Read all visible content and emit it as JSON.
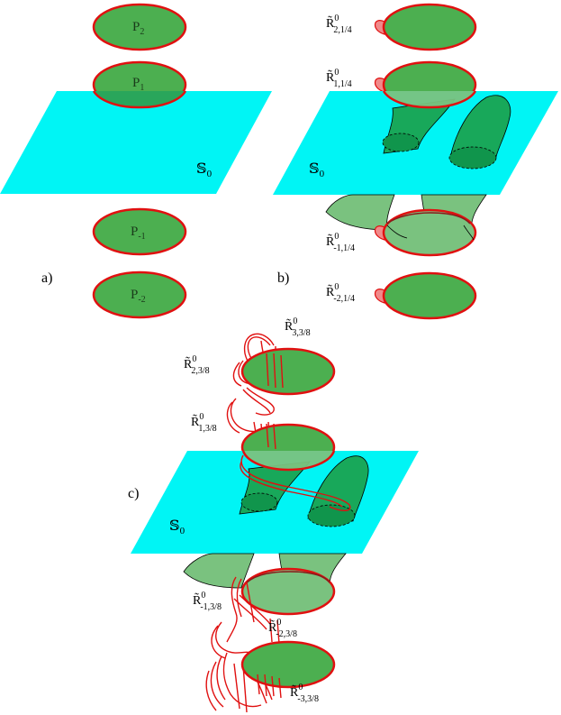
{
  "panels": {
    "a": {
      "tag": "a)",
      "plane_label": "𝕊",
      "plane_sub": "0",
      "discs": [
        {
          "base": "P",
          "sub": "2"
        },
        {
          "base": "P",
          "sub": "1"
        },
        {
          "base": "P",
          "sub": "-1"
        },
        {
          "base": "P",
          "sub": "-2"
        }
      ]
    },
    "b": {
      "tag": "b)",
      "plane_label": "𝕊",
      "plane_sub": "0",
      "labels": [
        {
          "base": "R̃",
          "sup": "0",
          "sub": "2,1/4"
        },
        {
          "base": "R̃",
          "sup": "0",
          "sub": "1,1/4"
        },
        {
          "base": "R̃",
          "sup": "0",
          "sub": "-1,1/4"
        },
        {
          "base": "R̃",
          "sup": "0",
          "sub": "-2,1/4"
        }
      ]
    },
    "c": {
      "tag": "c)",
      "plane_label": "𝕊",
      "plane_sub": "0",
      "labels": [
        {
          "base": "R̃",
          "sup": "0",
          "sub": "3,3/8"
        },
        {
          "base": "R̃",
          "sup": "0",
          "sub": "2,3/8"
        },
        {
          "base": "R̃",
          "sup": "0",
          "sub": "1,3/8"
        },
        {
          "base": "R̃",
          "sup": "0",
          "sub": "-1,3/8"
        },
        {
          "base": "R̃",
          "sup": "0",
          "sub": "-2,3/8"
        },
        {
          "base": "R̃",
          "sup": "0",
          "sub": "-3,3/8"
        }
      ]
    }
  },
  "colors": {
    "plane": "#00f5f5",
    "disc_fill": "#4caf50",
    "disc_stroke": "#e01010",
    "tube_fill": "#2e9d4a",
    "petal": "#f08a8a"
  }
}
